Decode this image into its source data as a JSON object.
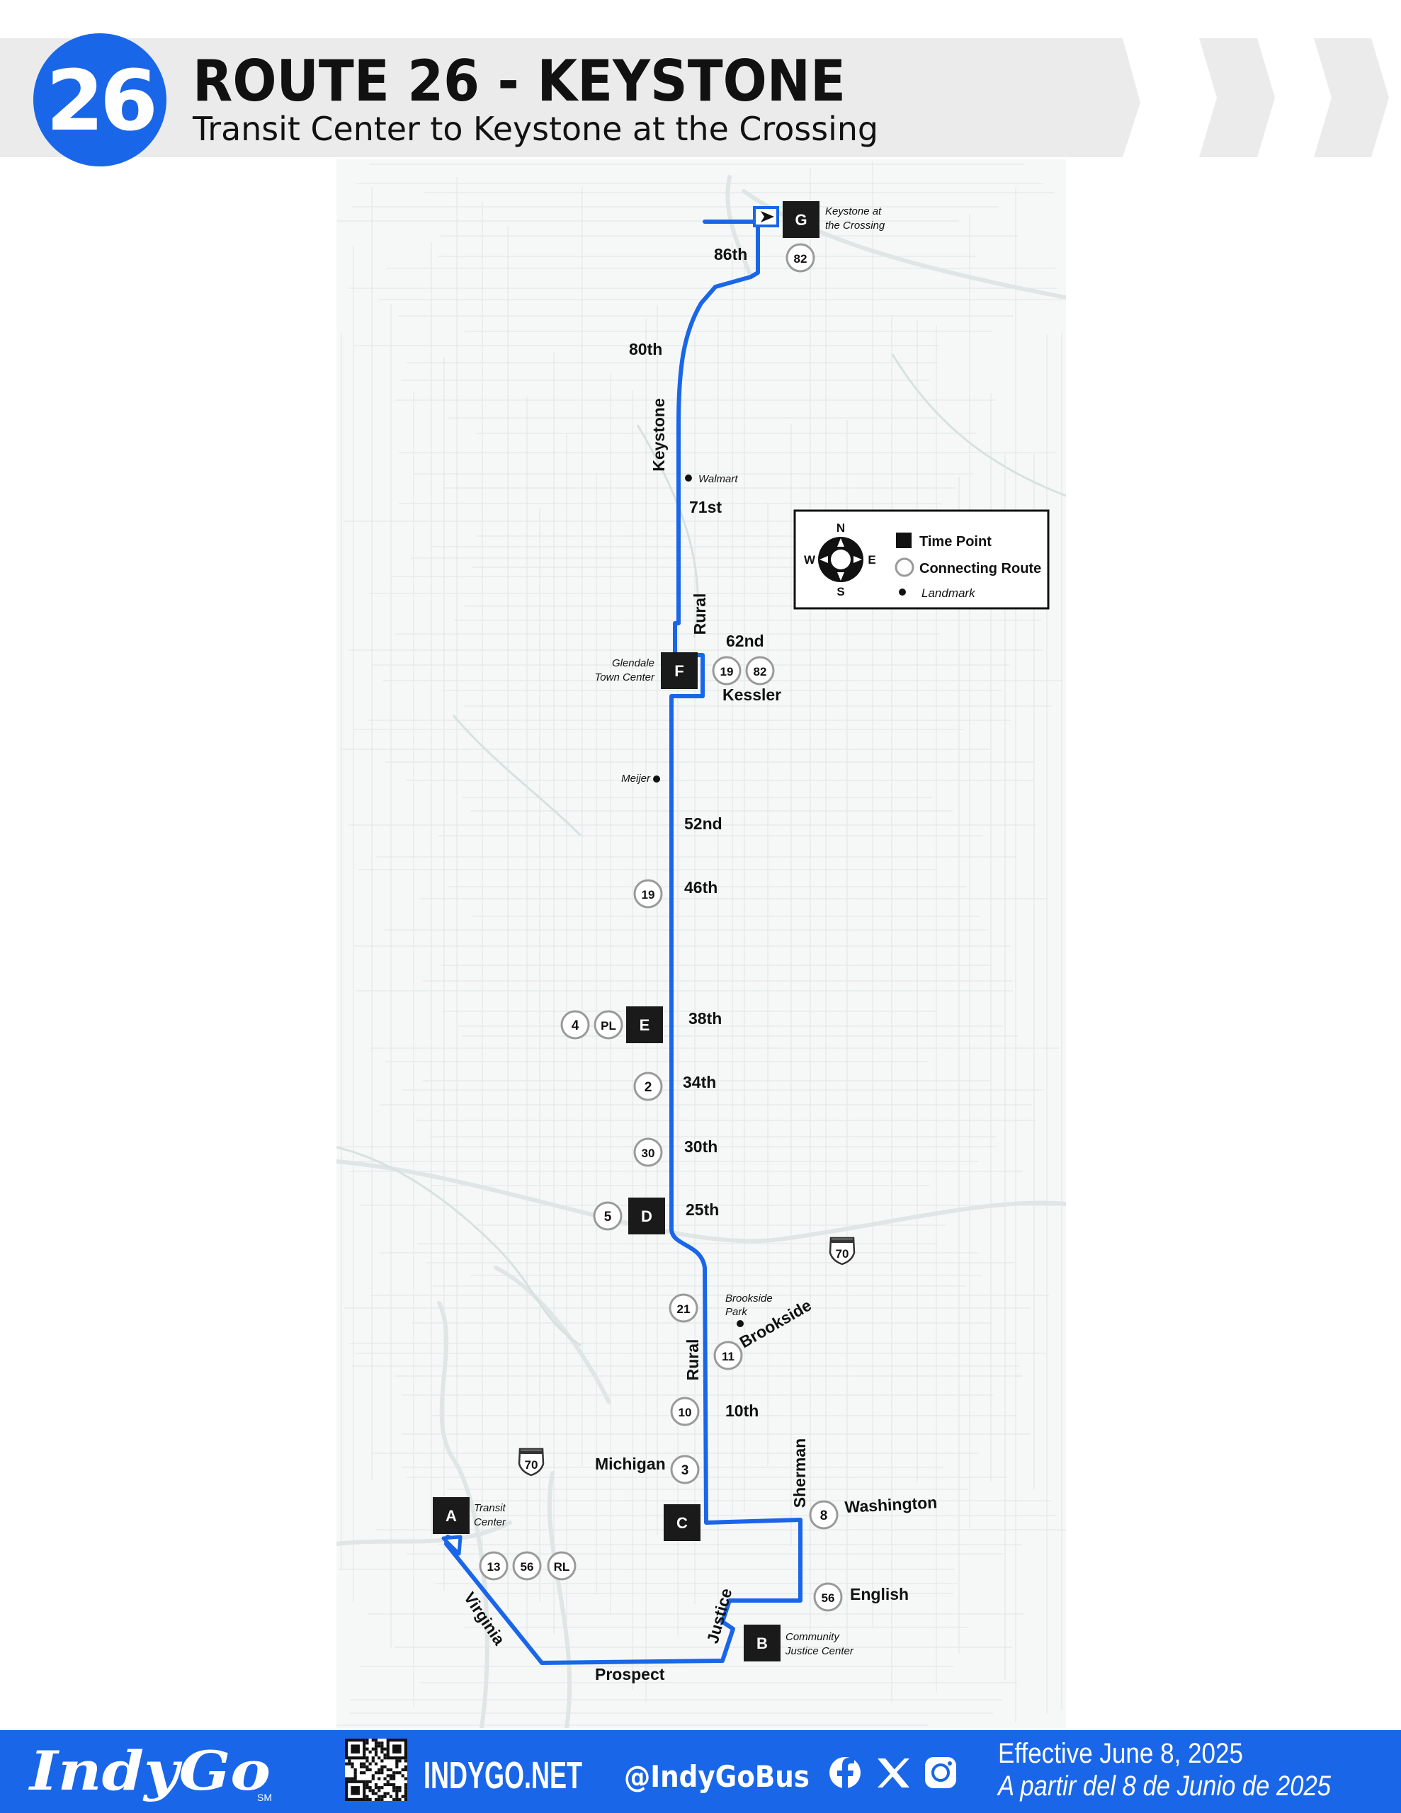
{
  "header": {
    "route_number": "26",
    "title": "ROUTE 26 - KEYSTONE",
    "subtitle": "Transit Center to Keystone at the Crossing"
  },
  "colors": {
    "route_blue": "#1a66e8",
    "header_gray": "#ebebeb",
    "footer_blue": "#1a66e8",
    "time_point": "#1a1a1a",
    "map_bg": "#f6f8f8",
    "map_street": "#e1e6e6",
    "map_water": "#d6e3e0"
  },
  "legend": {
    "north": "N",
    "south": "S",
    "east": "E",
    "west": "W",
    "time_point": "Time Point",
    "connecting_route": "Connecting Route",
    "landmark": "Landmark"
  },
  "time_points": [
    {
      "letter": "A",
      "label_lines": [
        "Transit",
        "Center"
      ]
    },
    {
      "letter": "B",
      "label_lines": [
        "Community",
        "Justice Center"
      ]
    },
    {
      "letter": "C",
      "label_lines": []
    },
    {
      "letter": "D",
      "label_lines": []
    },
    {
      "letter": "E",
      "label_lines": []
    },
    {
      "letter": "F",
      "label_lines": [
        "Glendale",
        "Town Center"
      ]
    },
    {
      "letter": "G",
      "label_lines": [
        "Keystone at",
        "the Crossing"
      ]
    }
  ],
  "connecting_routes": [
    "82",
    "19",
    "82",
    "19",
    "4",
    "PL",
    "2",
    "30",
    "5",
    "21",
    "11",
    "10",
    "3",
    "8",
    "56",
    "13",
    "56",
    "RL"
  ],
  "streets": [
    "86th",
    "80th",
    "Keystone",
    "71st",
    "Rural",
    "62nd",
    "Kessler",
    "52nd",
    "46th",
    "38th",
    "34th",
    "30th",
    "25th",
    "Brookside",
    "Rural",
    "10th",
    "Michigan",
    "Sherman",
    "Washington",
    "English",
    "Justice",
    "Virginia",
    "Prospect"
  ],
  "landmarks": [
    "Walmart",
    "Meijer",
    "Brookside Park"
  ],
  "interstate_shields": [
    "70",
    "70"
  ],
  "footer": {
    "brand": "IndyGo",
    "brand_mark": "SM",
    "website": "INDYGO.NET",
    "social_handle": "@IndyGoBus",
    "effective_en": "Effective June 8, 2025",
    "effective_es": "A partir del 8 de Junio de 2025"
  }
}
